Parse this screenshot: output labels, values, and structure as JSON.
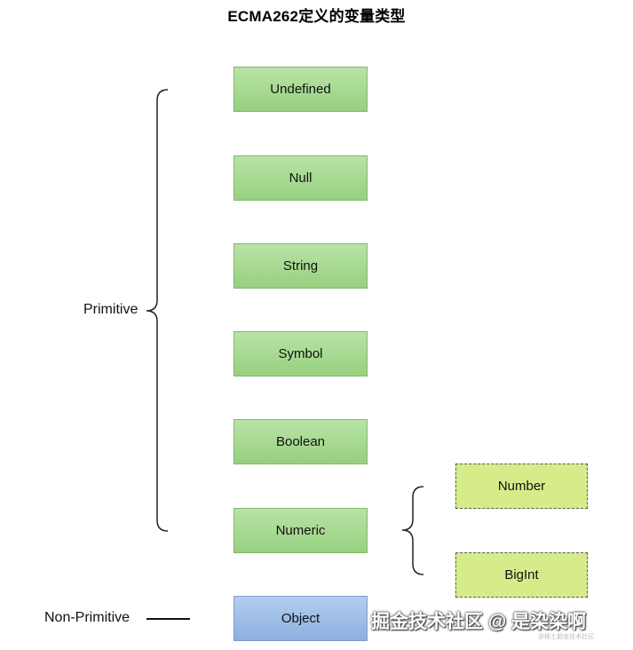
{
  "title": "ECMA262定义的变量类型",
  "primitive_label": "Primitive",
  "non_primitive_label": "Non-Primitive",
  "primitive_types": [
    "Undefined",
    "Null",
    "String",
    "Symbol",
    "Boolean",
    "Numeric"
  ],
  "numeric_types": [
    "Number",
    "BigInt"
  ],
  "object_type": "Object",
  "watermark": "掘金技术社区 @ 是染染啊",
  "watermark_sub": "@稀土掘金技术社区",
  "colors": {
    "primitive_box": "#a6db91",
    "numeric_subtype_box": "#d6ec8a",
    "object_box": "#9dbde6"
  }
}
